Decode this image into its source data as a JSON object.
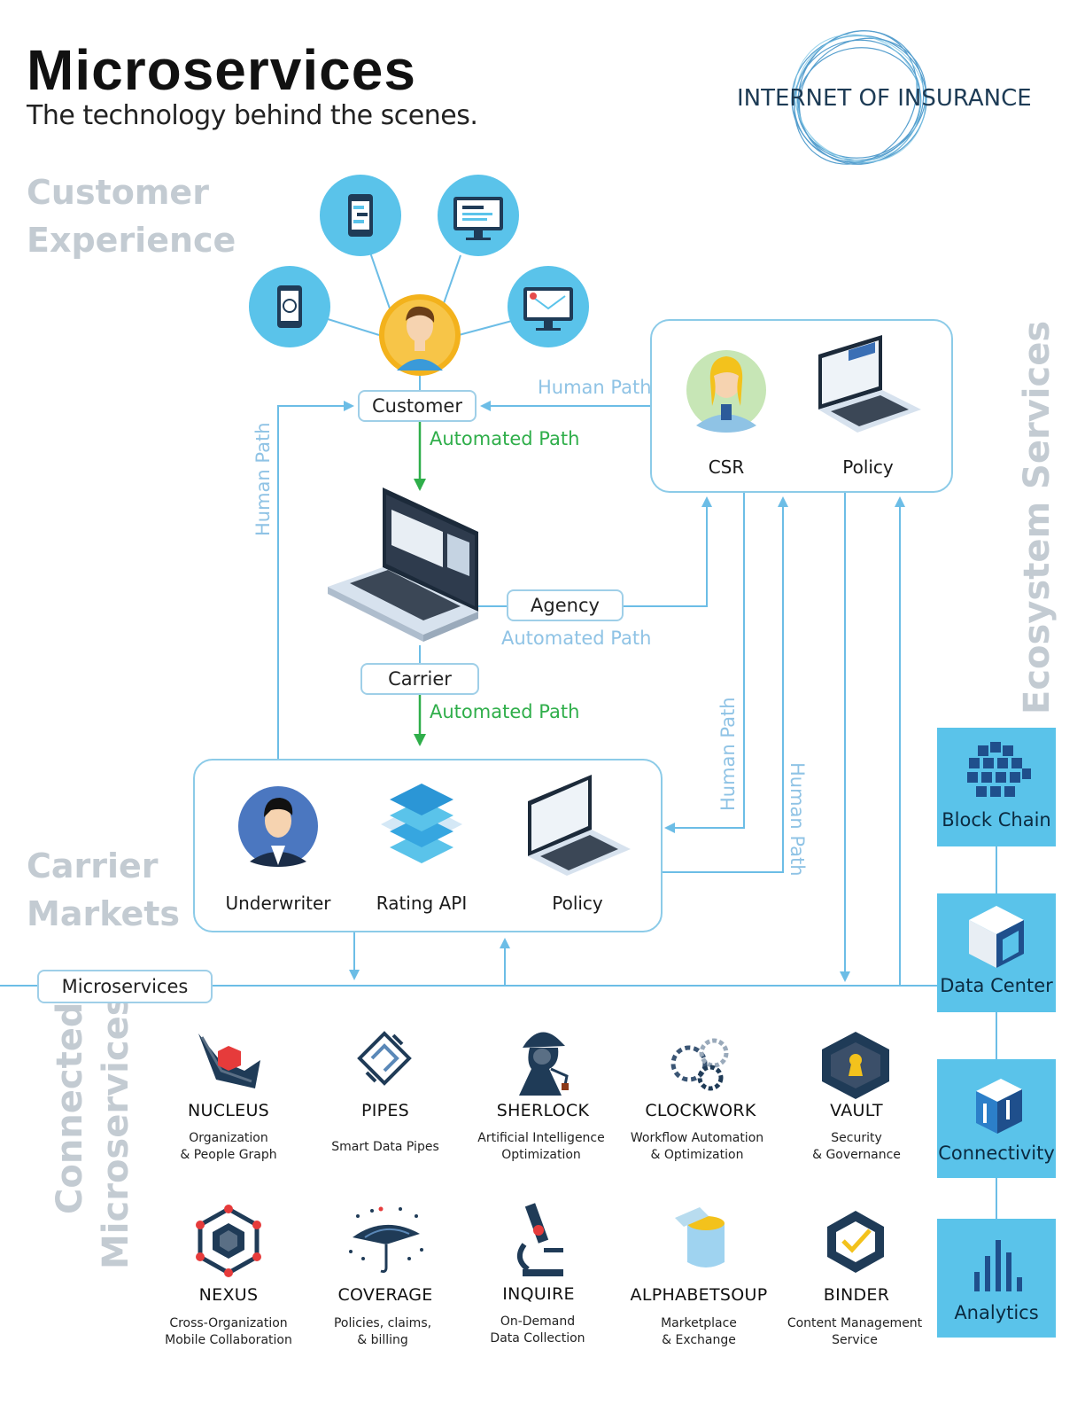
{
  "header": {
    "title": "Microservices",
    "subtitle": "The technology behind the scenes.",
    "brand": "INTERNET OF INSURANCE"
  },
  "sections": {
    "customer_experience": [
      "Customer",
      "Experience"
    ],
    "carrier_markets": [
      "Carrier",
      "Markets"
    ],
    "ecosystem_services": "Ecosystem Services",
    "connected_microservices": [
      "Connected",
      "Microservices"
    ]
  },
  "flow": {
    "customer": "Customer",
    "agency": "Agency",
    "carrier": "Carrier",
    "microservices": "Microservices",
    "automated_path": "Automated Path",
    "human_path": "Human Path",
    "csr": "CSR",
    "policy": "Policy",
    "underwriter": "Underwriter",
    "rating_api": "Rating API"
  },
  "ecosystem": [
    {
      "label": "Block Chain",
      "icon": "cube-cluster-icon"
    },
    {
      "label": "Data Center",
      "icon": "server-cube-icon"
    },
    {
      "label": "Connectivity",
      "icon": "building-blocks-icon"
    },
    {
      "label": "Analytics",
      "icon": "bar-chart-icon"
    }
  ],
  "microservices": [
    {
      "name": "NUCLEUS",
      "desc": [
        "Organization",
        "& People Graph"
      ],
      "icon": "nucleus-icon"
    },
    {
      "name": "PIPES",
      "desc": [
        "Smart Data Pipes"
      ],
      "icon": "pipes-icon"
    },
    {
      "name": "SHERLOCK",
      "desc": [
        "Artificial Intelligence",
        "Optimization"
      ],
      "icon": "detective-icon"
    },
    {
      "name": "CLOCKWORK",
      "desc": [
        "Workflow Automation",
        "& Optimization"
      ],
      "icon": "gears-icon"
    },
    {
      "name": "VAULT",
      "desc": [
        "Security",
        "& Governance"
      ],
      "icon": "keyhole-icon"
    },
    {
      "name": "NEXUS",
      "desc": [
        "Cross-Organization",
        "Mobile Collaboration"
      ],
      "icon": "nexus-icon"
    },
    {
      "name": "COVERAGE",
      "desc": [
        "Policies, claims,",
        "& billing"
      ],
      "icon": "umbrella-icon"
    },
    {
      "name": "INQUIRE",
      "desc": [
        "On-Demand",
        "Data Collection"
      ],
      "icon": "microscope-icon"
    },
    {
      "name": "ALPHABETSOUP",
      "desc": [
        "Marketplace",
        "& Exchange"
      ],
      "icon": "soup-can-icon"
    },
    {
      "name": "BINDER",
      "desc": [
        "Content Management",
        "Service"
      ],
      "icon": "binder-check-icon"
    }
  ]
}
